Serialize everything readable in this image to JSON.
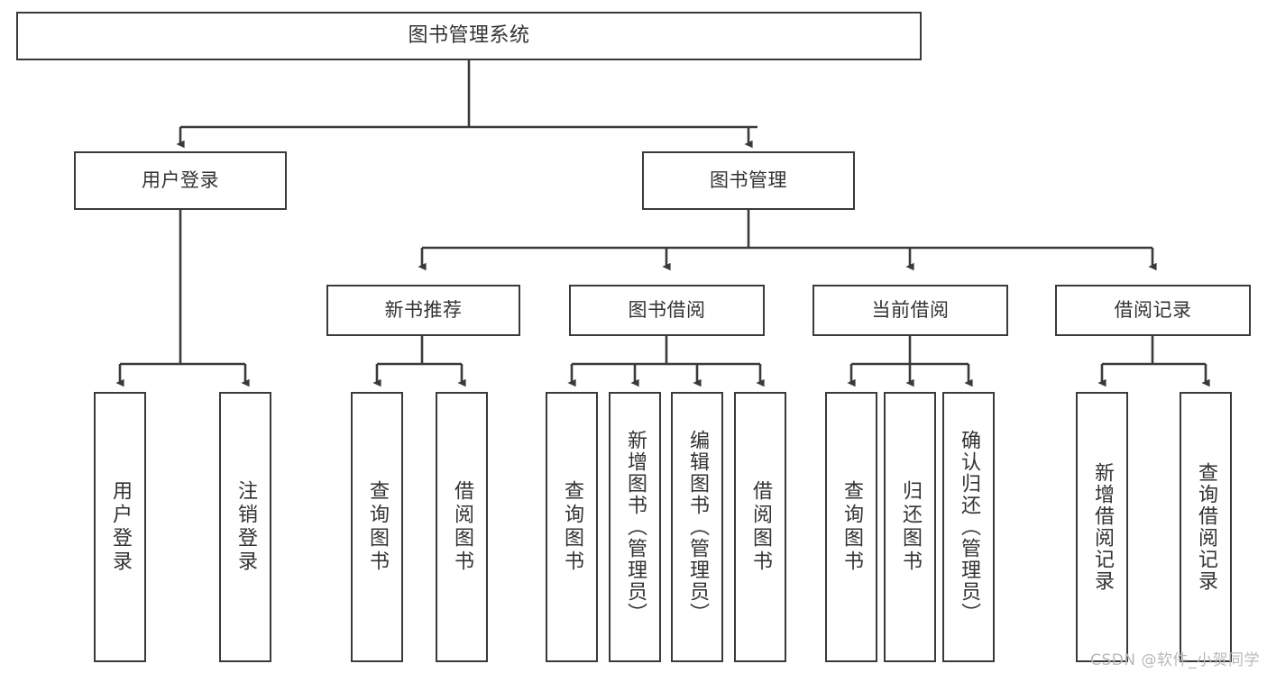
{
  "diagram": {
    "title": "图书管理系统",
    "type": "tree",
    "watermark": "CSDN @软件_小贺同学",
    "root": {
      "id": "root",
      "label": "图书管理系统"
    },
    "level2": [
      {
        "id": "user-login",
        "label": "用户登录"
      },
      {
        "id": "book-manage",
        "label": "图书管理"
      }
    ],
    "level3": [
      {
        "id": "new-book-rec",
        "label": "新书推荐"
      },
      {
        "id": "book-borrow",
        "label": "图书借阅"
      },
      {
        "id": "current-borrow",
        "label": "当前借阅"
      },
      {
        "id": "borrow-record",
        "label": "借阅记录"
      }
    ],
    "leaves": {
      "user_login": [
        {
          "id": "leaf-user-login",
          "label": "用户登录"
        },
        {
          "id": "leaf-logout-login",
          "label": "注销登录"
        }
      ],
      "new_book_rec": [
        {
          "id": "leaf-query-book-1",
          "label": "查询图书"
        },
        {
          "id": "leaf-borrow-book-1",
          "label": "借阅图书"
        }
      ],
      "book_borrow": [
        {
          "id": "leaf-query-book-2",
          "label": "查询图书"
        },
        {
          "id": "leaf-add-book",
          "label": "新增图书（管理员）"
        },
        {
          "id": "leaf-edit-book",
          "label": "编辑图书（管理员）"
        },
        {
          "id": "leaf-borrow-book-2",
          "label": "借阅图书"
        }
      ],
      "current_borrow": [
        {
          "id": "leaf-query-book-3",
          "label": "查询图书"
        },
        {
          "id": "leaf-return-book",
          "label": "归还图书"
        },
        {
          "id": "leaf-confirm-return",
          "label": "确认归还（管理员）"
        }
      ],
      "borrow_record": [
        {
          "id": "leaf-add-record",
          "label": "新增借阅记录"
        },
        {
          "id": "leaf-query-record",
          "label": "查询借阅记录"
        }
      ]
    },
    "colors": {
      "stroke": "#3a3a3a",
      "text": "#333333",
      "background": "#ffffff",
      "watermark": "#b9b9b9"
    }
  }
}
